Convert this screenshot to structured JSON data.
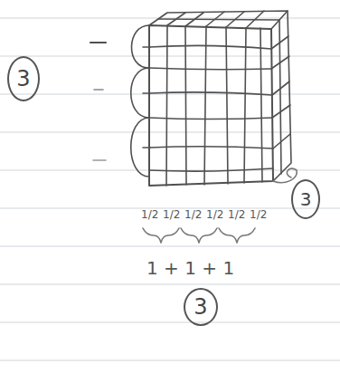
{
  "diagram": {
    "nodes": [
      {
        "text": [
          "3"
        ]
      },
      {
        "text": [
          "3"
        ]
      },
      {
        "text": [
          "3"
        ]
      }
    ],
    "labels": [
      "1/2",
      "1/2",
      "1/2",
      "1/2",
      "1/2",
      "1/2",
      "1 + 1 + 1"
    ]
  }
}
